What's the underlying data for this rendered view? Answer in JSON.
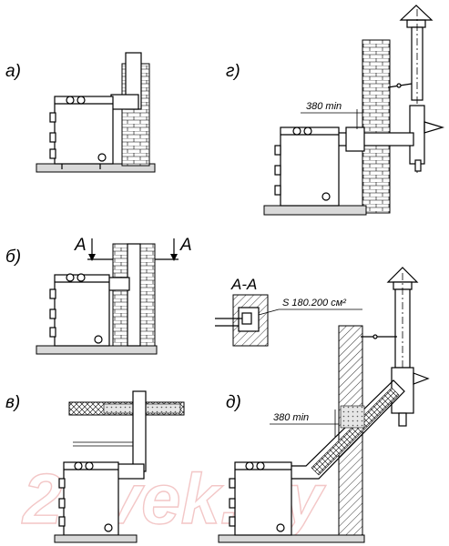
{
  "labels": {
    "a": "а)",
    "b": "б)",
    "v": "в)",
    "g": "г)",
    "d": "д)"
  },
  "section": {
    "mark_left": "A",
    "mark_right": "A",
    "title": "A-A",
    "area": "S 180.200 см²"
  },
  "dimensions": {
    "g_clearance": "380 min",
    "d_clearance": "380 min"
  },
  "watermark": "21vek.by"
}
